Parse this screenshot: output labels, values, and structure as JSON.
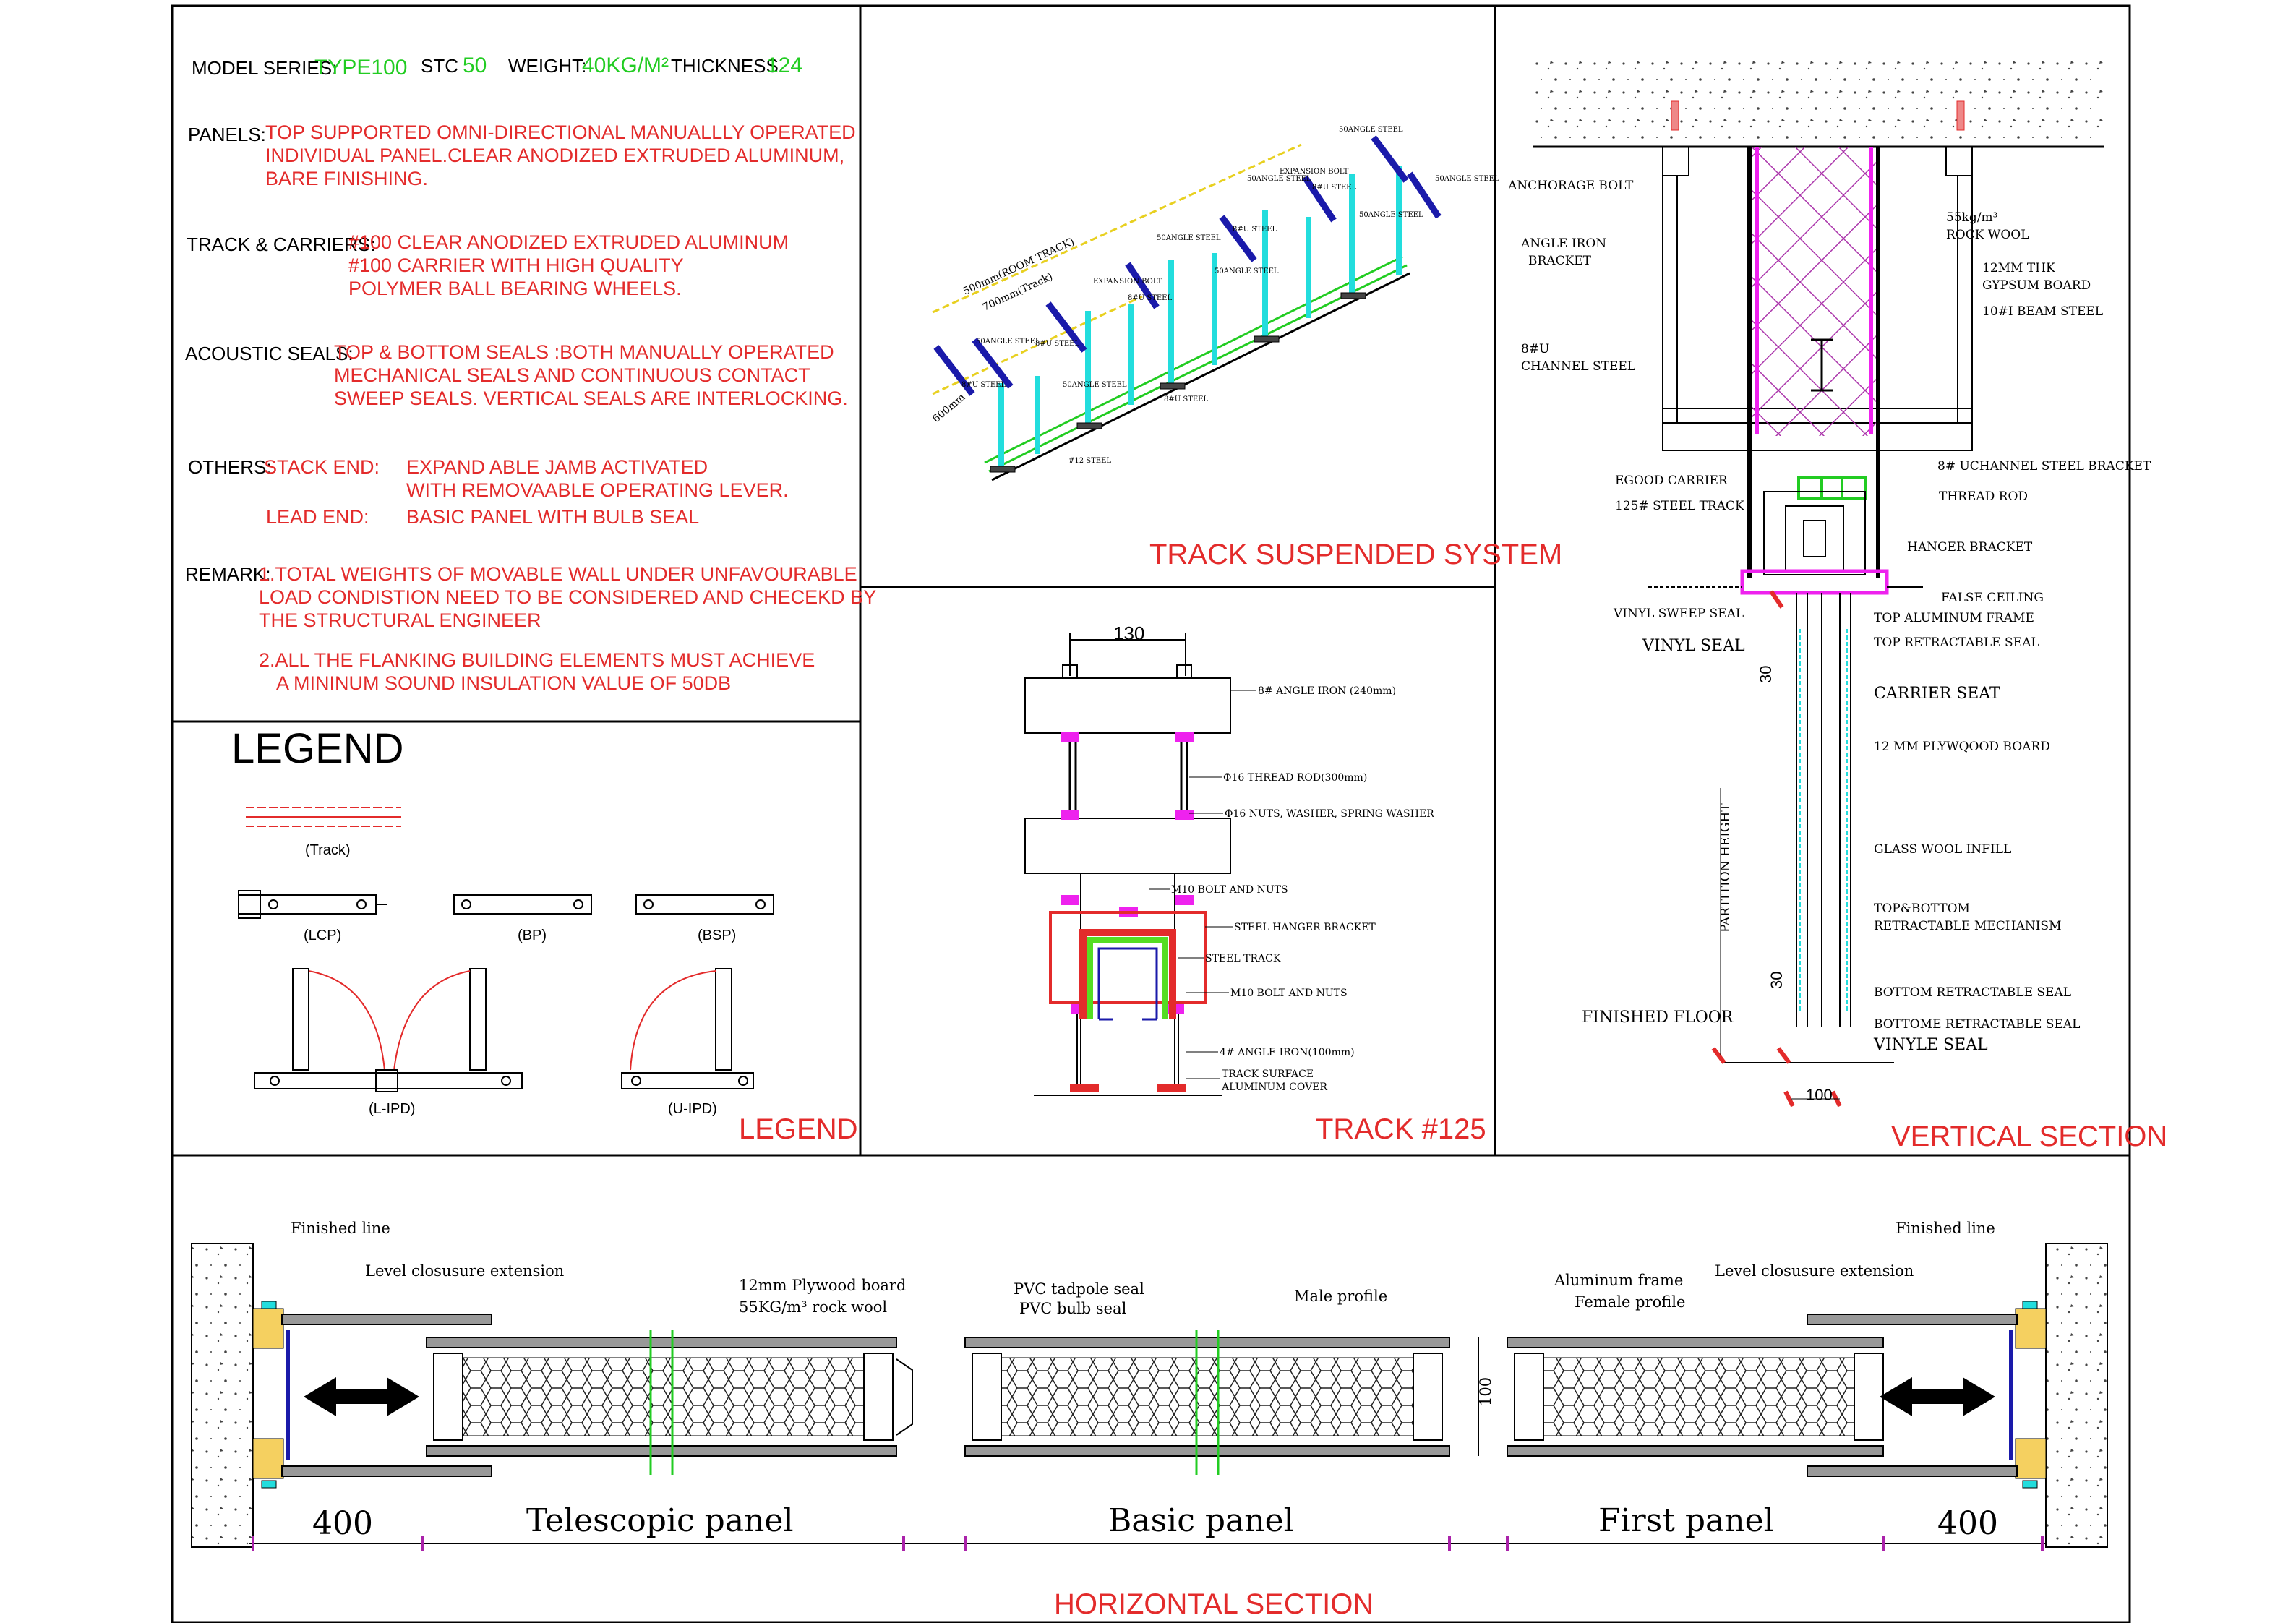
{
  "colors": {
    "red": "#e32b2b",
    "green": "#22cc22",
    "black": "#000000",
    "blue": "#1a1aaa",
    "cyan": "#22dddd",
    "magenta": "#ee22ee",
    "lime": "#55dd22"
  },
  "specs": {
    "model_label": "MODEL SERIES:",
    "model_value": "TYPE100",
    "stc_label": "STC",
    "stc_value": "50",
    "weight_label": "WEIGHT:",
    "weight_value": "40KG/M²",
    "thickness_label": "THICKNESS",
    "thickness_value": "124",
    "panels_label": "PANELS:",
    "panels_lines": [
      "TOP SUPPORTED OMNI-DIRECTIONAL MANUALLLY OPERATED",
      "INDIVIDUAL PANEL.CLEAR ANODIZED EXTRUDED ALUMINUM,",
      "BARE FINISHING."
    ],
    "track_label": "TRACK & CARRIERS:",
    "track_lines": [
      "#100 CLEAR ANODIZED EXTRUDED ALUMINUM",
      "#100 CARRIER WITH  HIGH QUALITY",
      "POLYMER  BALL BEARING WHEELS."
    ],
    "acoustic_label": "ACOUSTIC SEALS:",
    "acoustic_lines": [
      "TOP & BOTTOM SEALS :BOTH MANUALLY OPERATED",
      "MECHANICAL SEALS AND CONTINUOUS CONTACT",
      "SWEEP SEALS. VERTICAL SEALS ARE INTERLOCKING."
    ],
    "others_label": "OTHERS:",
    "stack_end_label": "STACK END:",
    "stack_end_lines": [
      "EXPAND ABLE JAMB ACTIVATED",
      "WITH REMOVAABLE OPERATING LEVER."
    ],
    "lead_end_label": "LEAD END:",
    "lead_end_text": "BASIC PANEL WITH BULB SEAL",
    "remark_label": "REMARK:",
    "remark_lines": [
      "1.TOTAL WEIGHTS OF MOVABLE WALL UNDER UNFAVOURABLE",
      "LOAD CONDISTION NEED TO BE CONSIDERED AND CHECEKD BY",
      "THE STRUCTURAL ENGINEER"
    ],
    "remark2_lines": [
      "2.ALL THE FLANKING BUILDING ELEMENTS MUST ACHIEVE",
      "A MININUM SOUND INSULATION VALUE OF 50DB"
    ]
  },
  "legend": {
    "heading": "LEGEND",
    "title": "LEGEND",
    "items": {
      "track": "(Track)",
      "lcp": "(LCP)",
      "bp": "(BP)",
      "bsp": "(BSP)",
      "lipd": "(L-IPD)",
      "uipd": "(U-IPD)"
    }
  },
  "track_system": {
    "title": "TRACK SUSPENDED SYSTEM",
    "labels": {
      "angle1": "50ANGLE STEEL",
      "angle2": "50ANGLE STEEL",
      "angle3": "50ANGLE STEEL",
      "angle4": "50ANGLE STEEL",
      "angle5": "50ANGLE STEEL",
      "angle6": "50ANGLE STEEL",
      "angle7": "50ANGLE STEEL",
      "angle8": "50ANGLE STEEL",
      "exp1": "EXPANSION BOLT",
      "exp2": "EXPANSION BOLT",
      "u1": "8#U STEEL",
      "u2": "8#U STEEL",
      "u3": "8#U STEEL",
      "u4": "8#U STEEL",
      "u5": "8#U STEEL",
      "u6": "8#U STEEL",
      "i12": "#12 STEEL",
      "dim500": "500mm(ROOM TRACK)",
      "dim700": "700mm(Track)",
      "dim600": "600mm"
    }
  },
  "track125": {
    "title": "TRACK #125",
    "dim130": "130",
    "labels": {
      "angle240": "8# ANGLE IRON (240mm)",
      "thread": "Φ16 THREAD ROD(300mm)",
      "nuts": "Φ16 NUTS, WASHER, SPRING WASHER",
      "m10a": "M10 BOLT AND NUTS",
      "hanger": "STEEL HANGER BRACKET",
      "steel_track": "STEEL TRACK",
      "m10b": "M10 BOLT AND NUTS",
      "angle100": "4# ANGLE IRON(100mm)",
      "surface1": "TRACK SURFACE",
      "surface2": "ALUMINUM COVER"
    }
  },
  "vertical": {
    "title": "VERTICAL SECTION",
    "labels": {
      "anchor": "ANCHORAGE BOLT",
      "angle_iron1": "ANGLE IRON",
      "angle_iron2": "BRACKET",
      "channel1": "8#U",
      "channel2": "CHANNEL STEEL",
      "rock1": "55kg/m³",
      "rock2": "ROCK WOOL",
      "gyp1": "12MM THK",
      "gyp2": "GYPSUM BOARD",
      "beam": "10#I BEAM STEEL",
      "uchannel": "8# UCHANNEL STEEL BRACKET",
      "egood": "EGOOD CARRIER",
      "thread": "THREAD ROD",
      "track125": "125# STEEL TRACK",
      "hanger": "HANGER BRACKET",
      "false": "FALSE CEILING",
      "vinyl_sweep": "VINYL SWEEP SEAL",
      "top_alu": "TOP ALUMINUM FRAME",
      "vinyl_seal": "VINYL SEAL",
      "top_retract": "TOP RETRACTABLE SEAL",
      "carrier_seat": "CARRIER SEAT",
      "plywood": "12 MM PLYWQOOD  BOARD",
      "partition": "PARTITION HEIGHT",
      "glass": "GLASS WOOL INFILL",
      "tb1": "TOP&BOTTOM",
      "tb2": "RETRACTABLE MECHANISM",
      "bottom_retract": "BOTTOM RETRACTABLE SEAL",
      "bottome_retract": "BOTTOME RETRACTABLE SEAL",
      "finished": "FINISHED FLOOR",
      "vinyle": "VINYLE SEAL",
      "d30a": "30",
      "d30b": "30",
      "d100": "100"
    }
  },
  "horizontal": {
    "title": "HORIZONTAL SECTION",
    "labels": {
      "fin_l": "Finished line",
      "level_l": "Level closusure extension",
      "ply": "12mm Plywood board",
      "rock": "55KG/m³ rock wool",
      "tadpole": "PVC tadpole seal",
      "bulb": "PVC bulb seal",
      "male": "Male profile",
      "alu": "Aluminum frame",
      "female": "Female profile",
      "level_r": "Level closusure extension",
      "fin_r": "Finished line",
      "d100": "100"
    },
    "dims": {
      "left": "400",
      "tele": "Telescopic panel",
      "basic": "Basic panel",
      "first": "First panel",
      "right": "400"
    }
  }
}
